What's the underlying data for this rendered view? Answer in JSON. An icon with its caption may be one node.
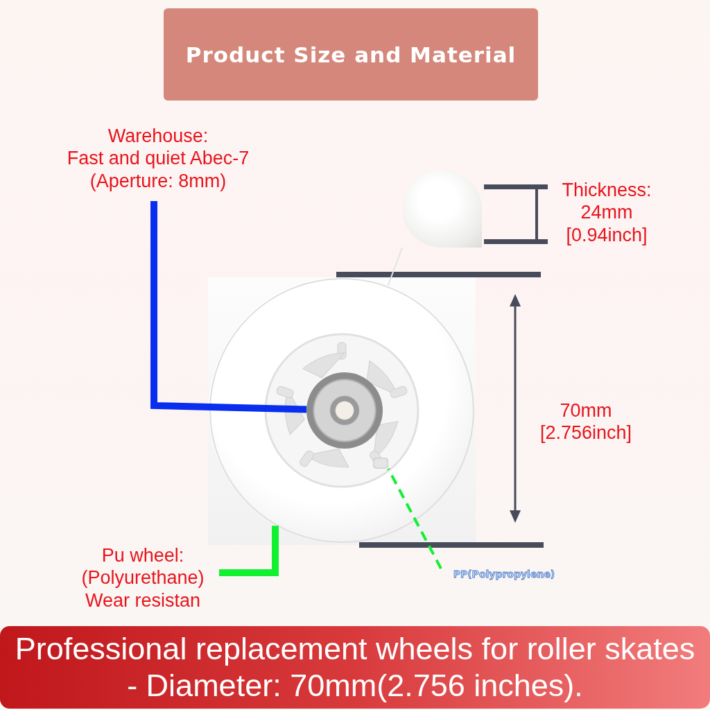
{
  "diagram": {
    "title": "Product Size and Material",
    "caption": "Professional replacement wheels for roller skates - Diameter: 70mm(2.756 inches).",
    "nodes": [
      {
        "text": [
          "Warehouse:",
          "Fast and quiet Abec-7 (Aperture: 8mm)"
        ]
      },
      {
        "text": [],
        "shape": "picture"
      },
      {
        "text": [],
        "shape": "circle",
        "in": 1
      },
      {
        "text": [],
        "shape": "box",
        "in": 1
      },
      {
        "text": [],
        "shape": "picture"
      },
      {
        "text": [
          "Thickness:",
          "24mm [0.94inch]"
        ]
      },
      {
        "text": [
          "Pu wheel:",
          "(Polyurethane) Wear resistan"
        ]
      },
      {
        "text": [
          "PP(Polypropylene)"
        ]
      }
    ],
    "edges": [
      {
        "from": 0,
        "to": 2,
        "arrow": "none",
        "style": "thick",
        "color": "#0a2ef0"
      },
      {
        "from": 6,
        "to": 1,
        "arrow": "none",
        "style": "thick",
        "color": "#12f032"
      },
      {
        "from": 7,
        "to": 3,
        "arrow": "none",
        "style": "dashed",
        "color": "#12f032"
      },
      {
        "from": 4,
        "to": 1,
        "arrow": "none",
        "color": "#e4e4e4"
      }
    ],
    "labels": [
      "70mm [2.756inch]"
    ]
  }
}
